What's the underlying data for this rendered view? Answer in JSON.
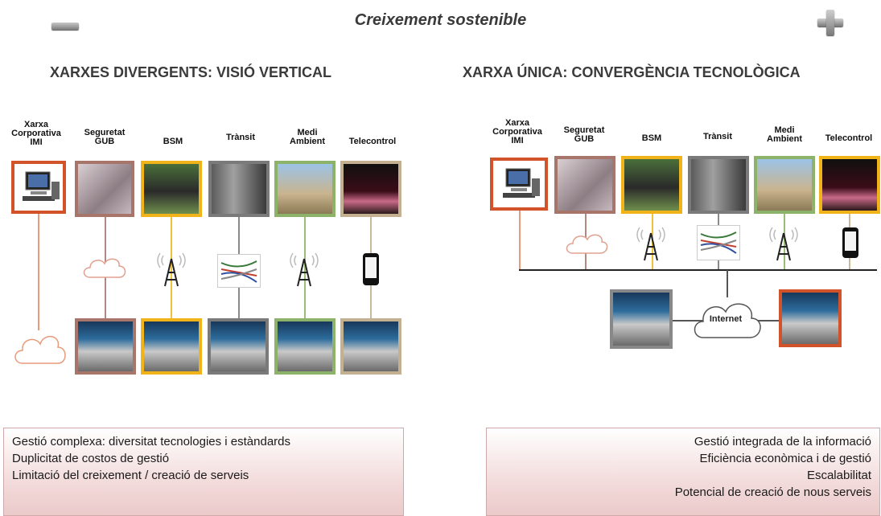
{
  "title": "Creixement sostenible",
  "left": {
    "heading": "XARXES DIVERGENTS: VISIÓ VERTICAL",
    "labels": [
      [
        "Xarxa",
        "Corporativa",
        "IMI"
      ],
      [
        "Seguretat",
        "GUB"
      ],
      [
        "BSM"
      ],
      [
        "Trànsit"
      ],
      [
        "Medi",
        "Ambient"
      ],
      [
        "Telecontrol"
      ]
    ],
    "bullets": [
      "Gestió complexa: diversitat tecnologies i estàndards",
      "Duplicitat de costos de gestió",
      "Limitació del creixement / creació de serveis"
    ]
  },
  "right": {
    "heading": "XARXA ÚNICA: CONVERGÈNCIA TECNOLÒGICA",
    "labels": [
      [
        "Xarxa",
        "Corporativa",
        "IMI"
      ],
      [
        "Seguretat",
        "GUB"
      ],
      [
        "BSM"
      ],
      [
        "Trànsit"
      ],
      [
        "Medi",
        "Ambient"
      ],
      [
        "Telecontrol"
      ]
    ],
    "internet_label": "Internet",
    "bullets": [
      "Gestió integrada de la informació",
      "Eficiència econòmica i de gestió",
      "Escalabilitat",
      "Potencial de creació de nous serveis"
    ]
  },
  "colors": {
    "xarxa": "#d2522a",
    "seguretat": "#a8756a",
    "bsm": "#f0b31a",
    "transit": "#7a7a7a",
    "medi": "#8db36a",
    "telecontrol": "#c2b091"
  },
  "icons": [
    "minus-icon",
    "plus-icon",
    "computer-icon",
    "cloud-icon",
    "antenna-tower-icon",
    "cables-icon",
    "smartphone-icon",
    "control-room-icon"
  ]
}
